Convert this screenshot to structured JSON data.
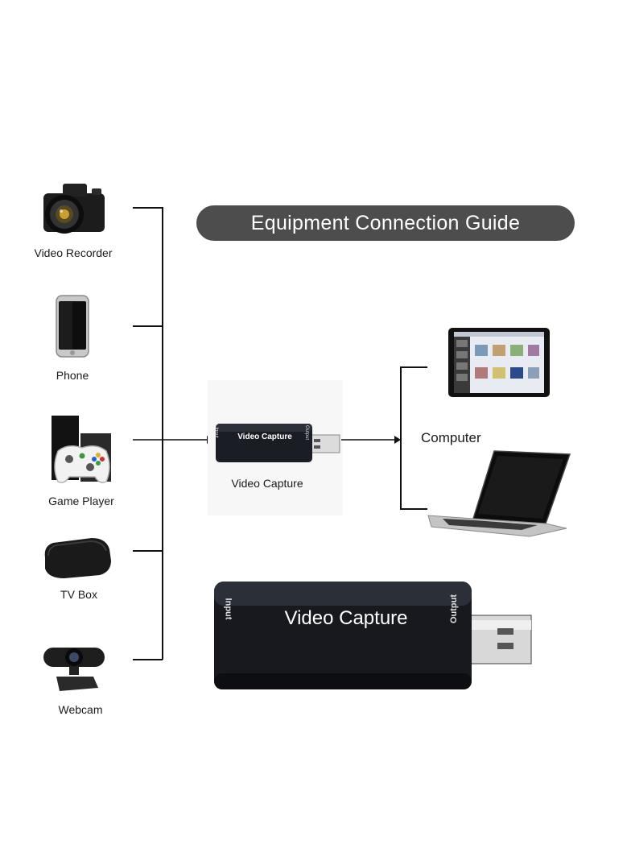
{
  "title": "Equipment Connection Guide",
  "inputs": [
    {
      "label": "Video Recorder",
      "icon": "camera-icon"
    },
    {
      "label": "Phone",
      "icon": "phone-icon"
    },
    {
      "label": "Game Player",
      "icon": "game-console-icon"
    },
    {
      "label": "TV Box",
      "icon": "tv-box-icon"
    },
    {
      "label": "Webcam",
      "icon": "webcam-icon"
    }
  ],
  "center": {
    "label": "Video Capture",
    "device_text": "Video Capture",
    "port_in": "Input",
    "port_out": "Output"
  },
  "output": {
    "label": "Computer",
    "devices": [
      "tablet-icon",
      "laptop-icon"
    ]
  },
  "closeup": {
    "device_text": "Video Capture",
    "port_in": "Input",
    "port_out": "Output"
  }
}
